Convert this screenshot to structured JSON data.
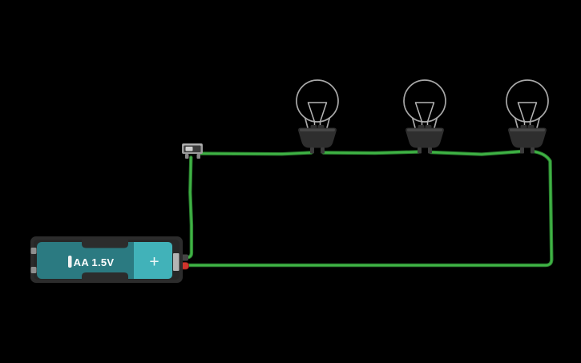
{
  "scene": {
    "type": "circuit-canvas",
    "background": "#000000"
  },
  "colors": {
    "background": "#000000",
    "wire_core": "#3fb345",
    "wire_edge": "#2a7d2e",
    "holder": "#2c2c2c",
    "battery_body": "#2b7a81",
    "battery_cap": "#41b2b9",
    "terminal_red": "#d0342c",
    "switch_body": "#9c9c9c",
    "bulb_base": "#2e2e2e",
    "glass": "#a8a8a8"
  },
  "battery": {
    "label": "AA 1.5V",
    "plus": "+",
    "negative_marker": "I"
  },
  "switch": {
    "type": "slide-switch",
    "slider_position": "left"
  },
  "bulbs": {
    "count": 3
  },
  "wires": {
    "color_name": "green",
    "connections": [
      "switch-left-pin to battery-negative-terminal",
      "switch-right-pin to bulb-1-left-pin",
      "bulb-1-right-pin to bulb-2-left-pin",
      "bulb-2-right-pin to bulb-3-left-pin",
      "bulb-3-right-pin to battery-positive-terminal"
    ]
  }
}
